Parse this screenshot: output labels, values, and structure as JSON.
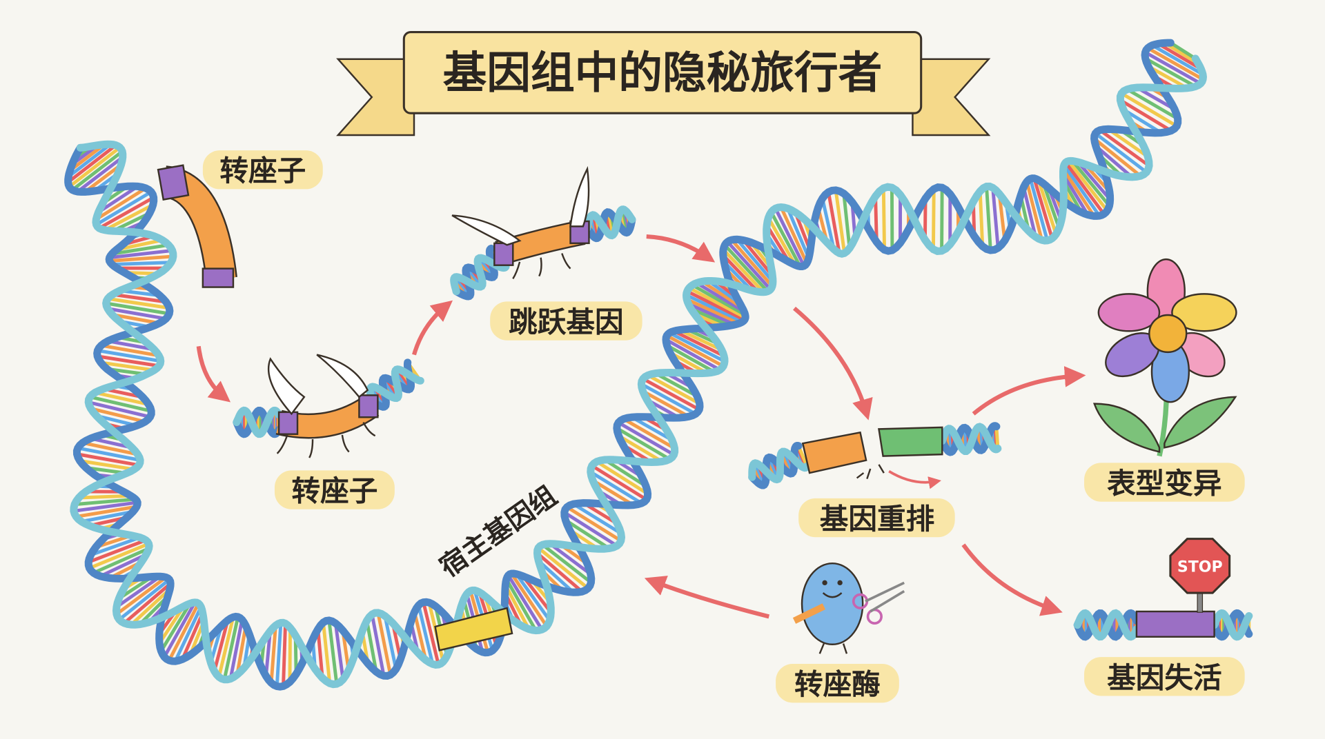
{
  "title": "基因组中的隐秘旅行者",
  "labels": {
    "transposon_top": "转座子",
    "transposon_bottom": "转座子",
    "jumping_gene": "跳跃基因",
    "host_genome": "宿主基因组",
    "gene_rearrangement": "基因重排",
    "phenotypic_variation": "表型变异",
    "gene_inactivation": "基因失活",
    "transposase": "转座酶",
    "stop_sign": "STOP"
  },
  "colors": {
    "strand_a": "#4f86c6",
    "strand_b": "#7cc6d6",
    "arrow": "#e86a6a",
    "label_bg": "#f9e6a8",
    "transposon": "#f3a04a",
    "transposon_cap": "#9b6fc4",
    "rungs": [
      "#e85d5d",
      "#f2c94c",
      "#6fbf73",
      "#8a6fd1",
      "#f39c4a",
      "#5da9e9"
    ]
  }
}
